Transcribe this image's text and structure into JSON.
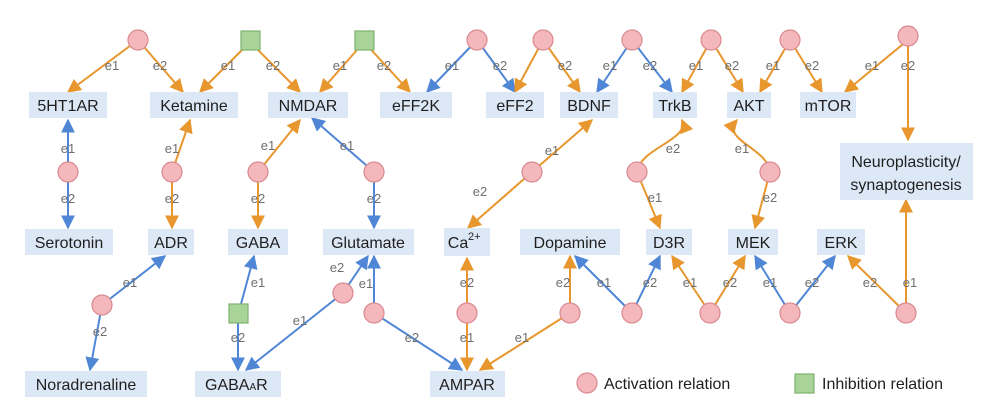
{
  "entities": {
    "ht1ar": "5HT1AR",
    "ketamine": "Ketamine",
    "nmdar": "NMDAR",
    "eff2k": "eFF2K",
    "eff2": "eFF2",
    "bdnf": "BDNF",
    "trkb": "TrkB",
    "akt": "AKT",
    "mtor": "mTOR",
    "neuro_line1": "Neuroplasticity/",
    "neuro_line2": "synaptogenesis",
    "serotonin": "Serotonin",
    "adr": "ADR",
    "gaba": "GABA",
    "glutamate": "Glutamate",
    "ca": "Ca",
    "ca_sup": "2+",
    "dopamine": "Dopamine",
    "d3r": "D3R",
    "mek": "MEK",
    "erk": "ERK",
    "noradrenaline": "Noradrenaline",
    "gabaar_main": "GABA",
    "gabaar_sub": "A",
    "gabaar_end": "R",
    "ampar": "AMPAR"
  },
  "edge_labels": {
    "e1": "e1",
    "e2": "e2"
  },
  "legend": {
    "activation": "Activation relation",
    "inhibition": "Inhibition relation"
  },
  "colors": {
    "orange_edge": "#e8962e",
    "blue_edge": "#4f86d6",
    "activation_node": "#f4b8bc",
    "activation_stroke": "#d88a90",
    "inhibition_node": "#a8d49a",
    "inhibition_stroke": "#7fb26d",
    "entity_box": "#dde8f6"
  }
}
